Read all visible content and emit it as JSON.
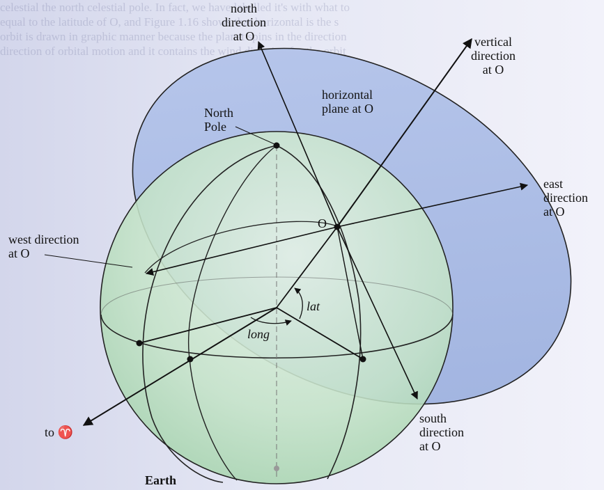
{
  "diagram": {
    "labels": {
      "north_direction": "north\ndirection\nat O",
      "vertical_direction": "vertical\ndirection\nat O",
      "horizontal_plane": "horizontal\nplane at O",
      "north_pole": "North\nPole",
      "east_direction": "east\ndirection\nat O",
      "point_o": "O",
      "west_direction": "west direction\nat O",
      "lat": "lat",
      "long": "long",
      "to_aries": "to ♈",
      "south_direction": "south\ndirection\nat O",
      "earth": "Earth"
    },
    "colors": {
      "plane_fill": "#a9bbe4",
      "sphere_fill": "#bfe0c2",
      "line": "#111111"
    }
  }
}
